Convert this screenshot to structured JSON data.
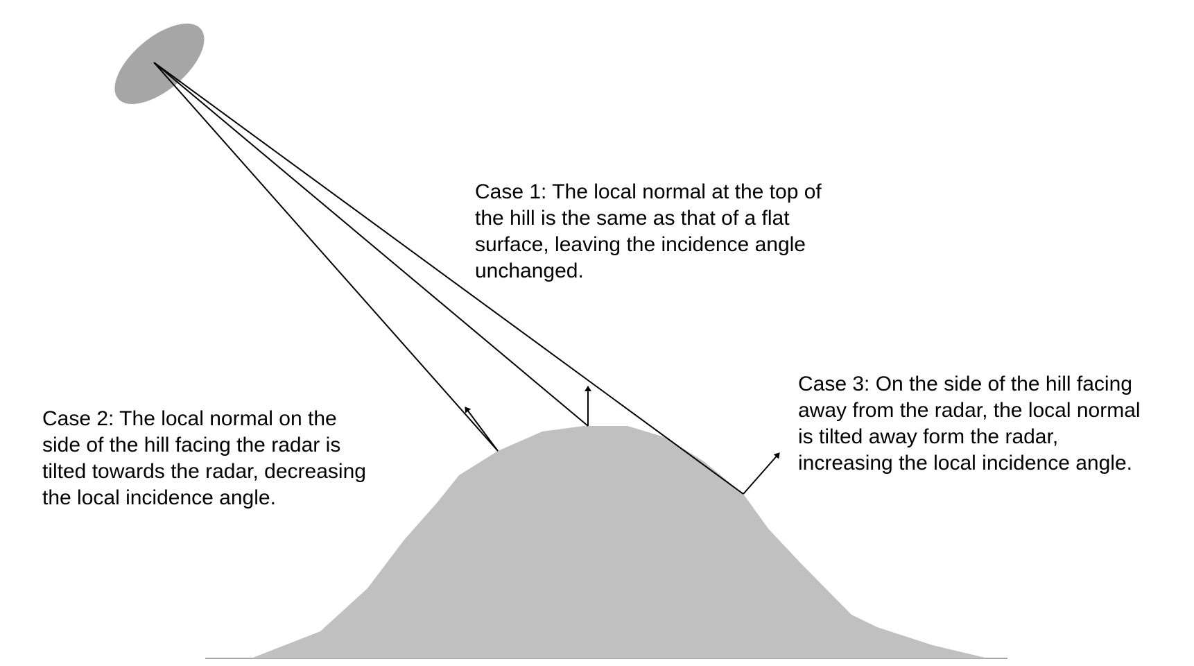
{
  "colors": {
    "hill": "#c0c0c0",
    "antenna": "#a6a6a6",
    "ground": "#a6a6a6",
    "ink": "#000000"
  },
  "captions": {
    "case1": "Case 1:  The local normal at the top of\nthe hill is the same as that of a flat\nsurface, leaving the incidence angle\nunchanged.",
    "case2": "Case 2:  The local normal on the\nside of the hill facing the radar is\ntilted towards the radar, decreasing\nthe local incidence angle.",
    "case3": "Case 3:  On the side of the hill facing\naway from the radar, the local normal\nis tilted away form the radar,\nincreasing the local incidence angle."
  }
}
